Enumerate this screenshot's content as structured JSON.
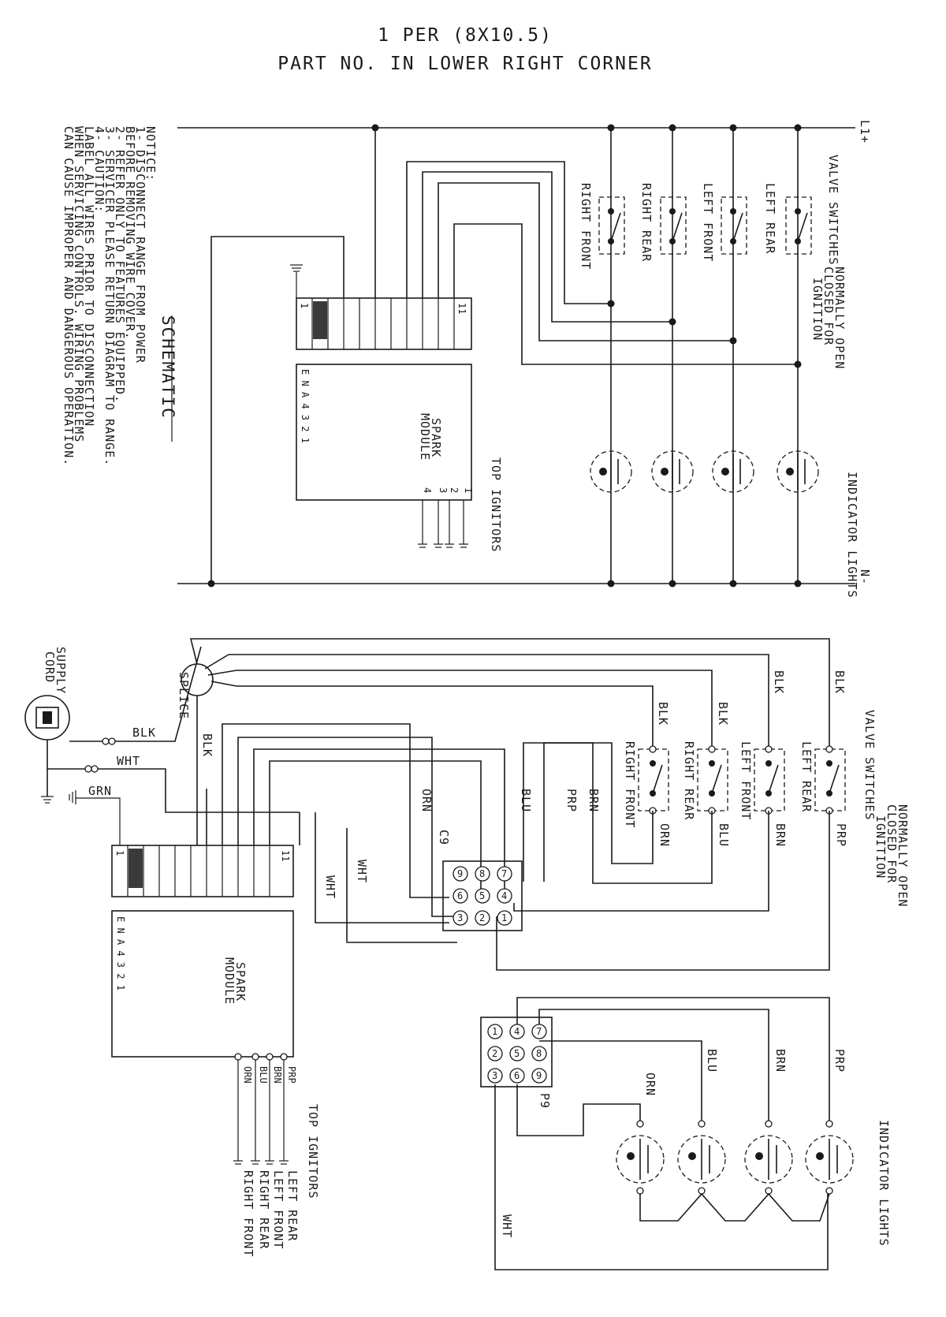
{
  "header": {
    "line1": "1 PER (8X10.5)",
    "line2": "PART NO. IN LOWER RIGHT CORNER"
  },
  "schematic": {
    "title": "SCHEMATIC",
    "notice": [
      "NOTICE:",
      "  1-  DISCONNECT RANGE FROM POWER",
      "      BEFORE REMOVING WIRE COVER.",
      "  2-  REFER ONLY TO FEATURES EQUIPPED.",
      "  3-  SERVICER PLEASE RETURN DIAGRAM TO RANGE.",
      "  4-  CAUTION:",
      "      LABEL ALL WIRES PRIOR TO DISCONNECTION",
      "      WHEN SERVICING CONTROLS. WIRING PROBLEMS",
      "      CAN CAUSE IMPROPER AND DANGEROUS OPERATION."
    ],
    "line_top": "L1+",
    "line_bottom": "N-",
    "valve_switches": "VALVE SWITCHES",
    "normally_open": [
      "NORMALLY OPEN",
      "CLOSED FOR",
      "IGNITION"
    ],
    "burners": [
      "LEFT REAR",
      "LEFT FRONT",
      "RIGHT REAR",
      "RIGHT FRONT"
    ],
    "indicator_lights": "INDICATOR LIGHTS",
    "top_ignitors": "TOP IGNITORS",
    "spark_module": [
      "SPARK",
      "MODULE"
    ],
    "module_terminals": "E    N    A    4  3  2  1",
    "ignitor_terminals": [
      "4",
      "3",
      "2",
      "1"
    ],
    "terminal_first": "1",
    "terminal_last": "11"
  },
  "wiring": {
    "supply_cord": [
      "SUPPLY",
      "CORD"
    ],
    "splice": "SPLICE",
    "wire_blk": "BLK",
    "wire_wht": "WHT",
    "wire_grn": "GRN",
    "wire_orn": "ORN",
    "wire_blu": "BLU",
    "wire_brn": "BRN",
    "wire_prp": "PRP",
    "connector_c9": "C9",
    "connector_p9": "P9",
    "pin_numbers": [
      "1",
      "2",
      "3",
      "4",
      "5",
      "6",
      "7",
      "8",
      "9"
    ],
    "spark_module": [
      "SPARK",
      "MODULE"
    ],
    "module_terminals": "E    N    A    4  3  2  1",
    "terminal_first": "1",
    "terminal_last": "11",
    "ignitor_wires": [
      "PRP",
      "BRN",
      "BLU",
      "ORN"
    ],
    "top_ignitors": "TOP IGNITORS",
    "ignitor_names": [
      "LEFT REAR",
      "LEFT FRONT",
      "RIGHT REAR",
      "RIGHT FRONT"
    ],
    "valve_switches": "VALVE SWITCHES",
    "normally_open": [
      "NORMALLY OPEN",
      "CLOSED FOR",
      "IGNITION"
    ],
    "burners": [
      "LEFT REAR",
      "LEFT FRONT",
      "RIGHT REAR",
      "RIGHT FRONT"
    ],
    "indicator_lights": "INDICATOR LIGHTS"
  }
}
